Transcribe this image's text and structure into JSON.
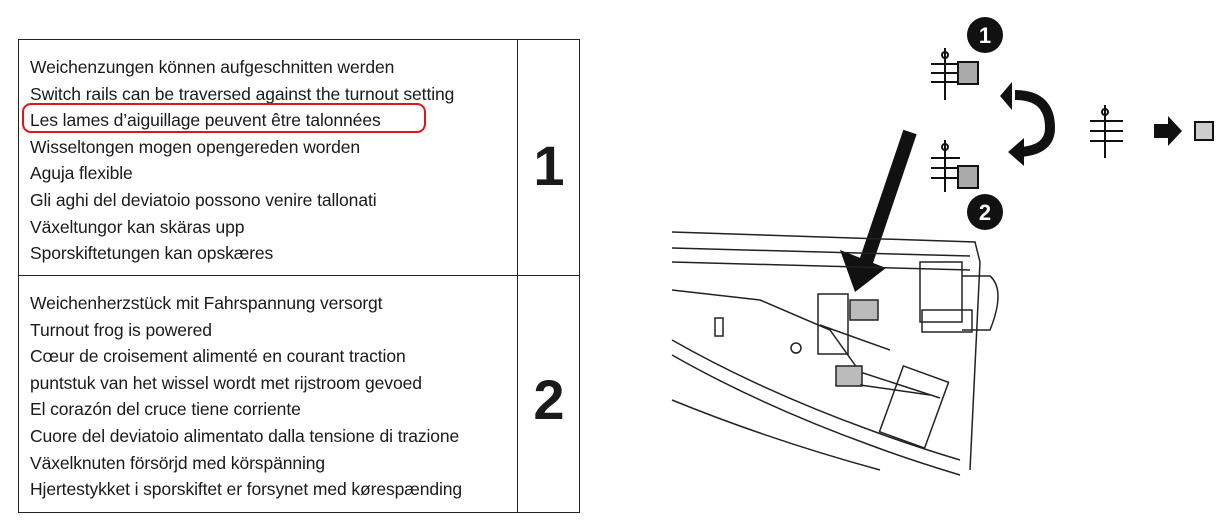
{
  "rows": [
    {
      "number": "1",
      "lines": [
        "Weichenzungen können aufgeschnitten werden",
        "Switch rails can be traversed against the turnout setting",
        "Les lames d’aiguillage peuvent être talonnées",
        "Wisseltongen mogen opengereden worden",
        "Aguja flexible",
        "Gli aghi del deviatoio possono venire tallonati",
        "Växeltungor kan skäras upp",
        "Sporskiftetungen kan opskæres"
      ]
    },
    {
      "number": "2",
      "lines": [
        "Weichenherzstück mit Fahrspannung versorgt",
        "Turnout frog is powered",
        "Cœur de croisement alimenté en courant traction",
        "puntstuk van het wissel wordt met rijstroom gevoed",
        "El corazón del cruce tiene corriente",
        "Cuore del deviatoio alimentato dalla tensione di trazione",
        "Växelknuten försörjd med körspänning",
        "Hjertestykket i sporskiftet er forsynet med kørespænding"
      ]
    }
  ],
  "figure": {
    "markers": [
      "1",
      "2"
    ],
    "highlight_color": "#e0141b"
  }
}
